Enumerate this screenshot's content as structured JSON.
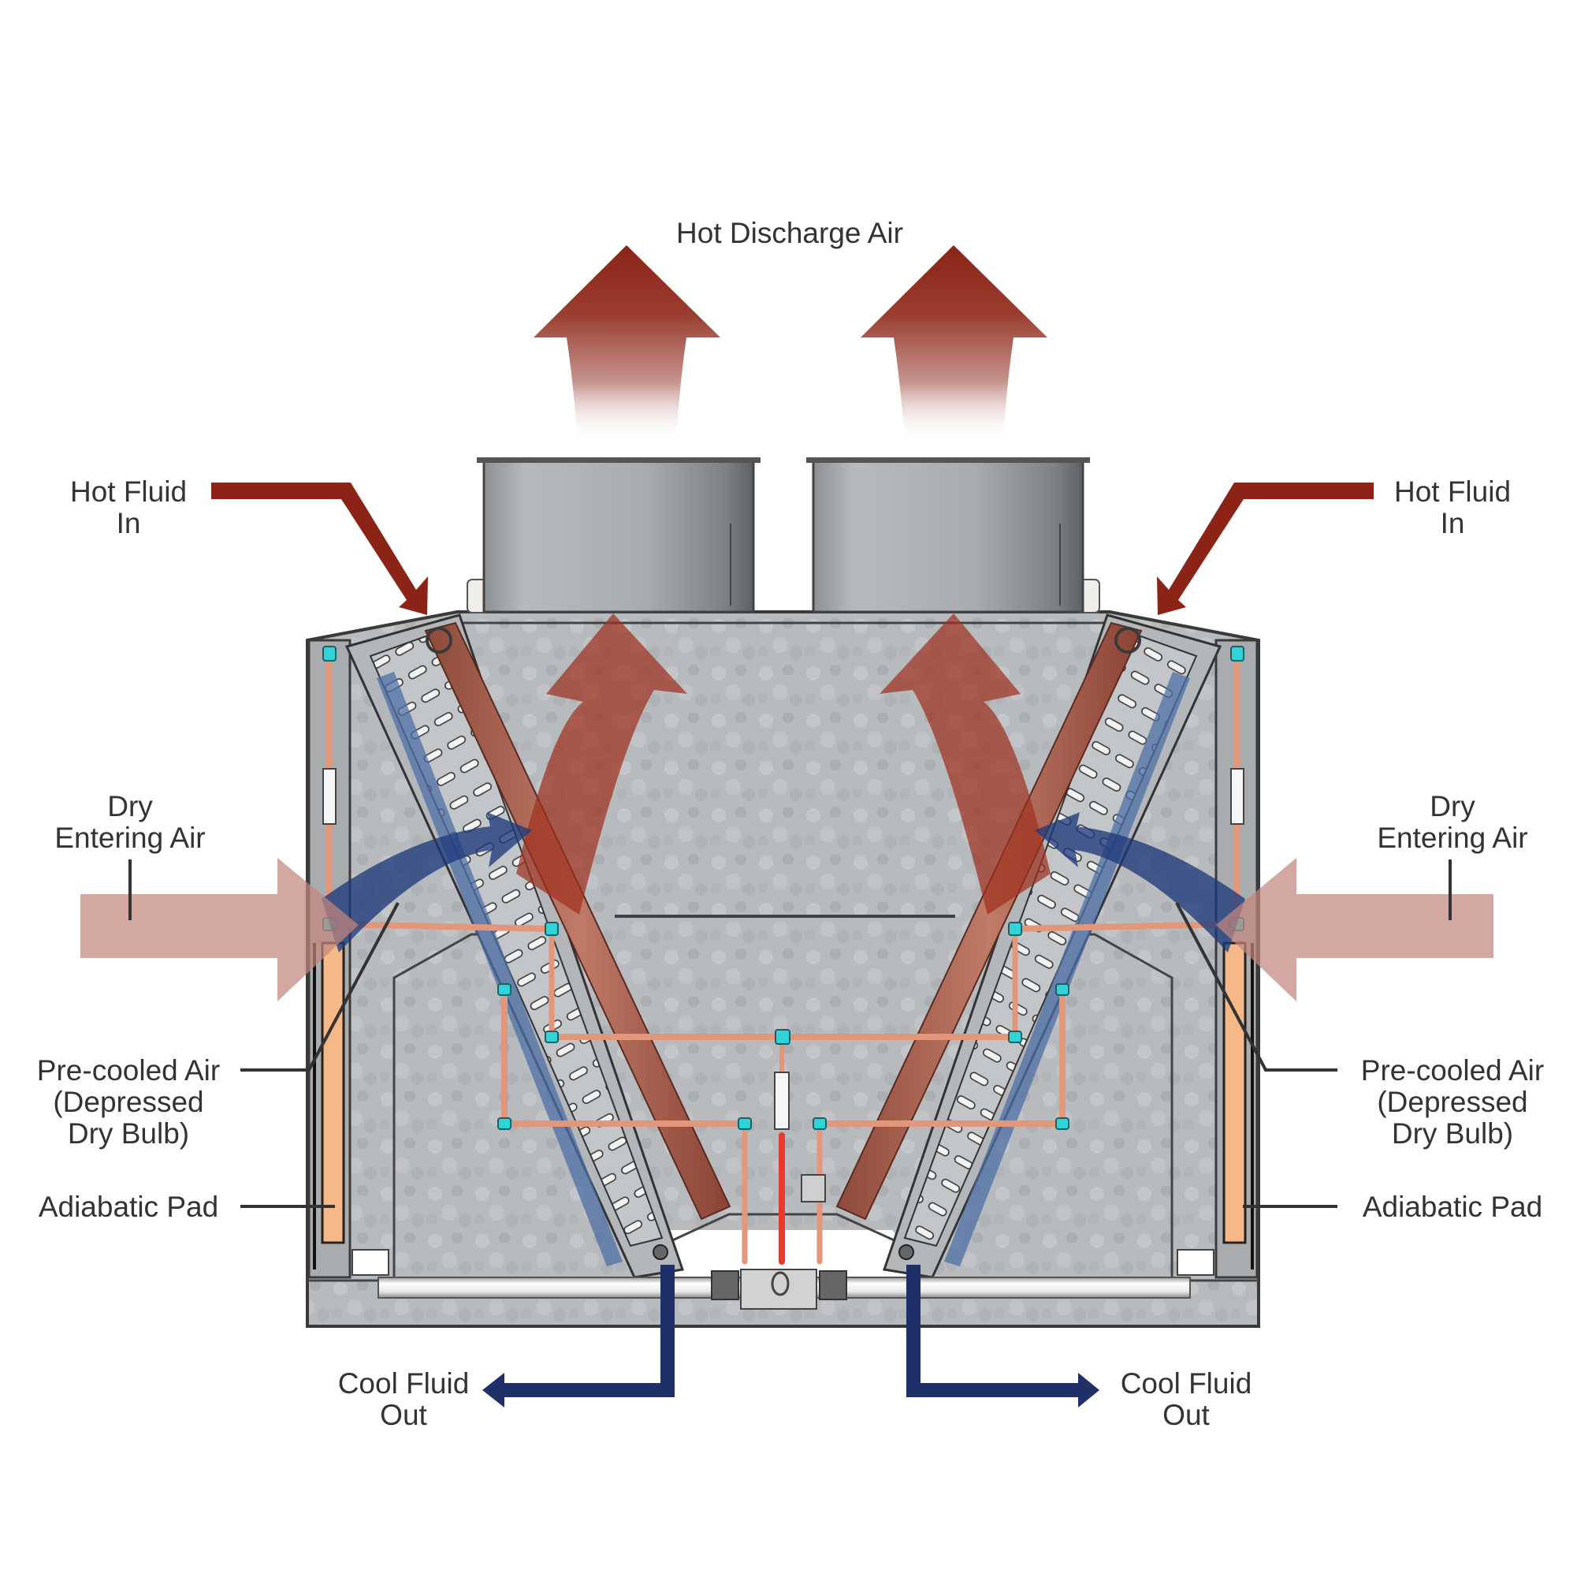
{
  "title": "Adiabatic Fluid Cooler Airflow and Fluid Flow Diagram",
  "labels": {
    "hot_discharge_air": "Hot Discharge Air",
    "hot_fluid_in_left": [
      "Hot Fluid",
      "In"
    ],
    "hot_fluid_in_right": [
      "Hot Fluid",
      "In"
    ],
    "dry_entering_air_left": [
      "Dry",
      "Entering Air"
    ],
    "dry_entering_air_right": [
      "Dry",
      "Entering Air"
    ],
    "precooled_air_left": [
      "Pre-cooled Air",
      "(Depressed",
      "Dry Bulb)"
    ],
    "precooled_air_right": [
      "Pre-cooled Air",
      "(Depressed",
      "Dry Bulb)"
    ],
    "adiabatic_pad_left": "Adiabatic Pad",
    "adiabatic_pad_right": "Adiabatic Pad",
    "cool_fluid_out_left": [
      "Cool Fluid",
      "Out"
    ],
    "cool_fluid_out_right": [
      "Cool Fluid",
      "Out"
    ]
  },
  "colors": {
    "hot": "#8b2316",
    "hot_air_translucent": "#a0301e",
    "cool": "#1f3068",
    "entering_air": "#d4a59e",
    "pad": "#f5b886",
    "copper": "#e2967a",
    "fitting": "#2fd3d8",
    "galvanized": "#b9bcbf",
    "text": "#333333"
  }
}
